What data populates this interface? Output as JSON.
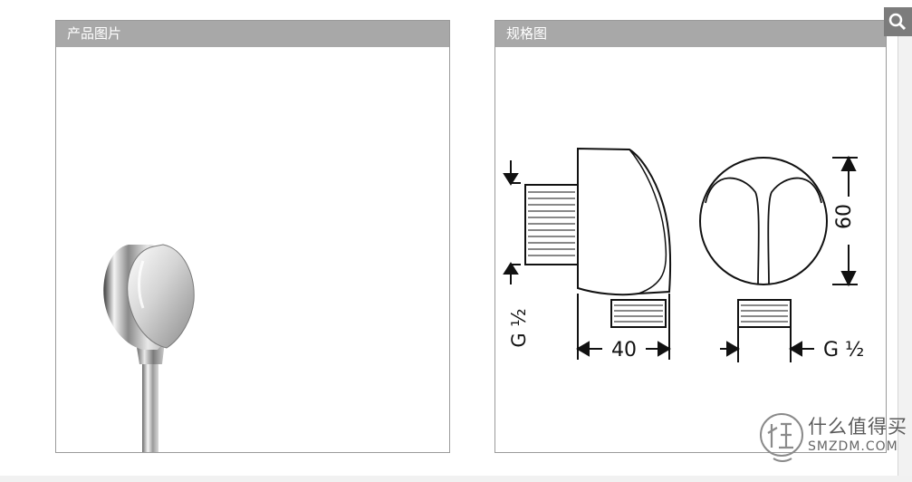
{
  "panels": {
    "product": {
      "title": "产品图片"
    },
    "spec": {
      "title": "规格图"
    }
  },
  "drawing": {
    "dim_width": "40",
    "dim_height": "60",
    "thread_left": "G ½",
    "thread_right": "G ½"
  },
  "watermark": {
    "cn": "什么值得买",
    "en": "SMZDM.COM"
  },
  "icons": {
    "search": "search-icon"
  }
}
